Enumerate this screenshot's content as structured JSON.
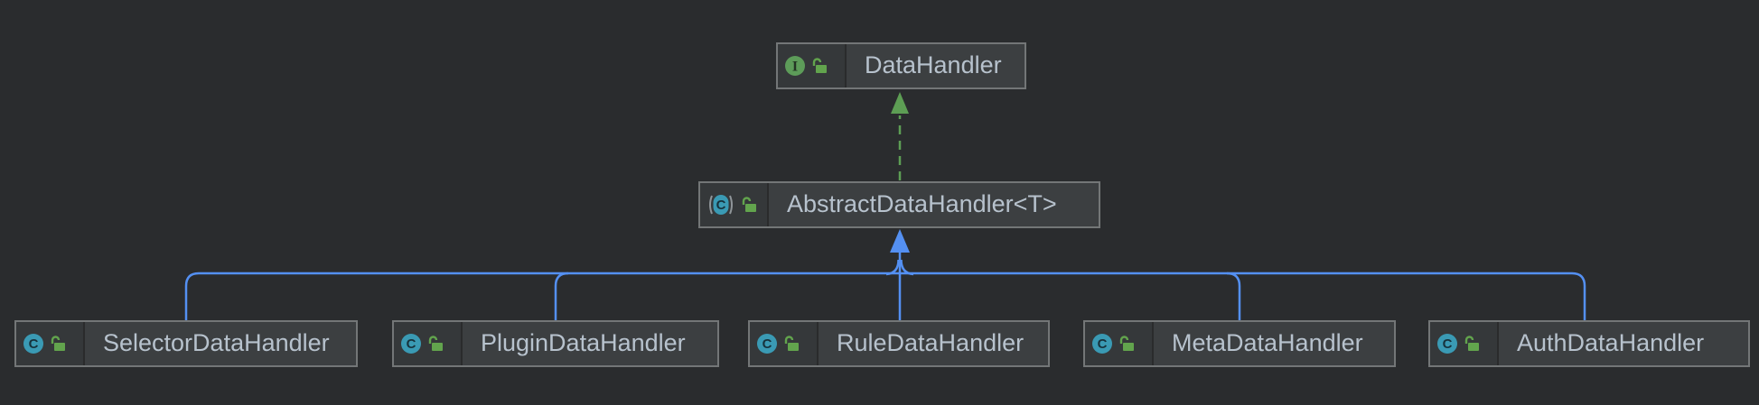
{
  "colors": {
    "background": "#2a2c2e",
    "node_fill": "#3c3f41",
    "node_border": "#737677",
    "node_title_text": "#b7c2cd",
    "inheritance_edge_blue": "#5490f2",
    "realization_edge_green": "#5d9e54",
    "class_icon_teal": "#3a9ab4",
    "interface_icon_green": "#5d9c59",
    "lock_icon_green": "#62a44d"
  },
  "icons": {
    "class": "teal circle with letter C",
    "interface": "green circle with letter I",
    "abstract_class": "teal rounded square with letter C flanked by parentheses",
    "lock": "open padlock (public visibility)"
  },
  "diagram": {
    "nodes": [
      {
        "label": "DataHandler",
        "kind": "interface",
        "icon_letter": "I",
        "visibility": "public"
      },
      {
        "label": "AbstractDataHandler<T>",
        "kind": "abstract-class",
        "icon_letter": "C",
        "visibility": "public"
      },
      {
        "label": "SelectorDataHandler",
        "kind": "class",
        "icon_letter": "C",
        "visibility": "public"
      },
      {
        "label": "PluginDataHandler",
        "kind": "class",
        "icon_letter": "C",
        "visibility": "public"
      },
      {
        "label": "RuleDataHandler",
        "kind": "class",
        "icon_letter": "C",
        "visibility": "public"
      },
      {
        "label": "MetaDataHandler",
        "kind": "class",
        "icon_letter": "C",
        "visibility": "public"
      },
      {
        "label": "AuthDataHandler",
        "kind": "class",
        "icon_letter": "C",
        "visibility": "public"
      }
    ],
    "edges": [
      {
        "from": "AbstractDataHandler<T>",
        "to": "DataHandler",
        "type": "realization",
        "style": "dashed green, hollow-up arrow"
      },
      {
        "from": "SelectorDataHandler",
        "to": "AbstractDataHandler<T>",
        "type": "inheritance",
        "style": "solid blue"
      },
      {
        "from": "PluginDataHandler",
        "to": "AbstractDataHandler<T>",
        "type": "inheritance",
        "style": "solid blue"
      },
      {
        "from": "RuleDataHandler",
        "to": "AbstractDataHandler<T>",
        "type": "inheritance",
        "style": "solid blue"
      },
      {
        "from": "MetaDataHandler",
        "to": "AbstractDataHandler<T>",
        "type": "inheritance",
        "style": "solid blue"
      },
      {
        "from": "AuthDataHandler",
        "to": "AbstractDataHandler<T>",
        "type": "inheritance",
        "style": "solid blue"
      }
    ]
  }
}
